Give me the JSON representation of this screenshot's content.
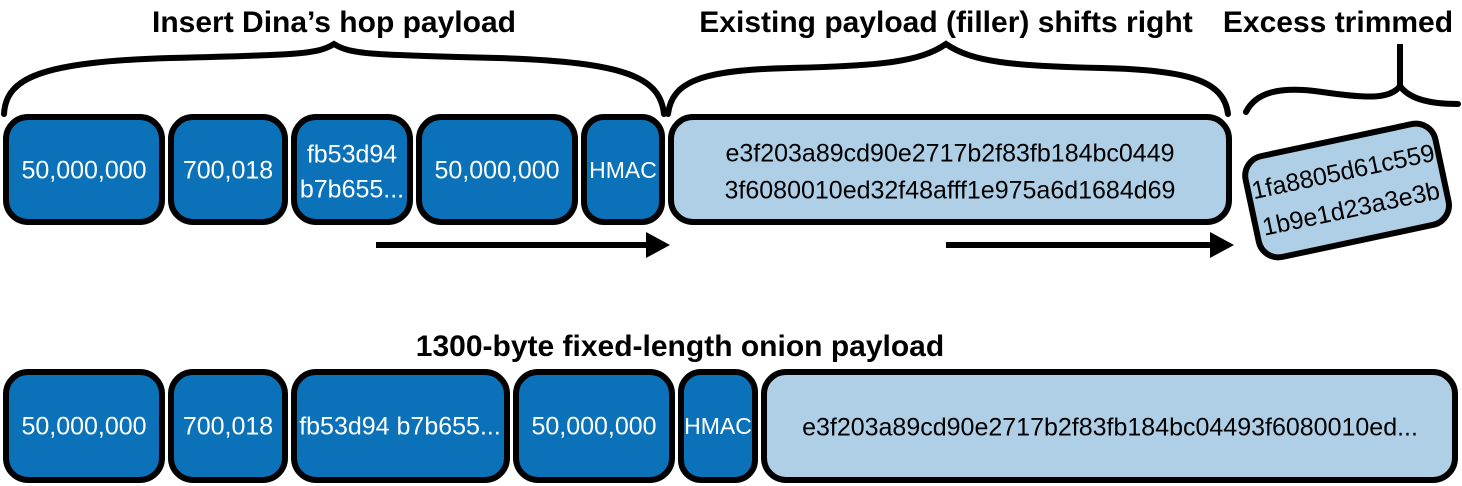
{
  "figure": {
    "annotations": [
      {
        "id": "insert-hop",
        "label": "Insert Dina’s hop payload"
      },
      {
        "id": "filler-shift",
        "label": "Existing payload (filler) shifts right"
      },
      {
        "id": "excess",
        "label": "Excess trimmed"
      }
    ],
    "colors": {
      "dark_blue": "#0b72b9",
      "light_blue": "#aecfe5",
      "outline": "#000000",
      "dark_text": "#ffffff",
      "light_text": "#000000"
    }
  },
  "top_row": {
    "cells": [
      {
        "id": "amount-1",
        "lines": [
          "50,000,000"
        ],
        "style": "dark"
      },
      {
        "id": "cltv-1",
        "lines": [
          "700,018"
        ],
        "style": "dark"
      },
      {
        "id": "payment-secret-1",
        "lines": [
          "fb53d94",
          "b7b655..."
        ],
        "style": "dark"
      },
      {
        "id": "amount-2",
        "lines": [
          "50,000,000"
        ],
        "style": "dark"
      },
      {
        "id": "hmac",
        "lines": [
          "HMAC"
        ],
        "style": "dark"
      },
      {
        "id": "filler-payload",
        "lines": [
          "e3f203a89cd90e2717b2f83fb184bc0449",
          "3f6080010ed32f48afff1e975a6d1684d69"
        ],
        "style": "light"
      }
    ],
    "trimmed_cell": {
      "id": "trimmed-bytes",
      "lines": [
        "1fa8805d61c559",
        "1b9e1d23a3e3b"
      ],
      "style": "light"
    }
  },
  "bottom_row": {
    "title": "1300-byte fixed-length onion payload",
    "cells": [
      {
        "id": "amount-1",
        "lines": [
          "50,000,000"
        ],
        "style": "dark"
      },
      {
        "id": "cltv-1",
        "lines": [
          "700,018"
        ],
        "style": "dark"
      },
      {
        "id": "payment-secret-1",
        "lines": [
          "fb53d94 b7b655..."
        ],
        "style": "dark"
      },
      {
        "id": "amount-2",
        "lines": [
          "50,000,000"
        ],
        "style": "dark"
      },
      {
        "id": "hmac",
        "lines": [
          "HMAC"
        ],
        "style": "dark"
      },
      {
        "id": "final-payload",
        "lines": [
          "e3f203a89cd90e2717b2f83fb184bc04493f6080010ed..."
        ],
        "style": "light"
      }
    ]
  },
  "arrows": [
    {
      "id": "shift-arrow-left"
    },
    {
      "id": "shift-arrow-right"
    }
  ]
}
